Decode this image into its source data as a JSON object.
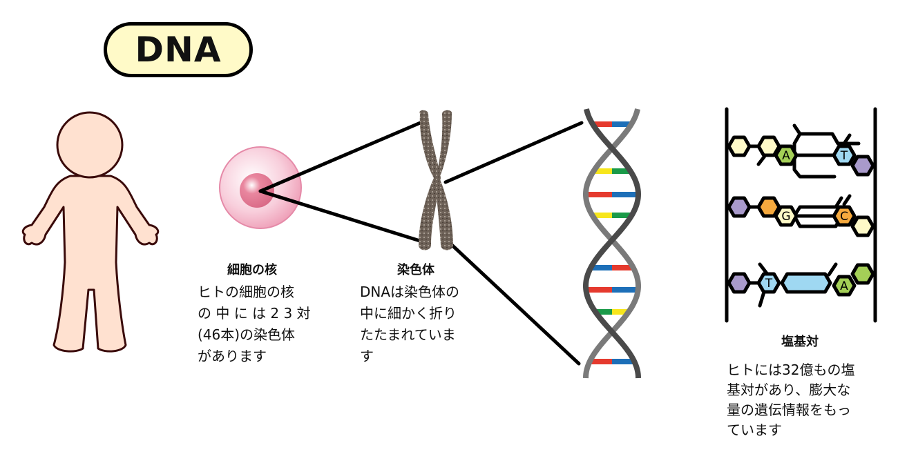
{
  "title": "DNA",
  "nucleus": {
    "label": "細胞の核",
    "lines": [
      "ヒトの細胞の核",
      "の 中 に は 2 3 対",
      "(46本)の染色体",
      "があります"
    ]
  },
  "chromosome": {
    "label": "染色体",
    "lines": [
      "DNAは染色体の",
      "中に細かく折り",
      "たたまれていま",
      "す"
    ]
  },
  "base_pairs": {
    "label": "塩基対",
    "lines": [
      "ヒトには32億もの塩",
      "基対があり、膨大な",
      "量の遺伝情報をもっ",
      "ています"
    ],
    "rows": [
      [
        "A",
        "T"
      ],
      [
        "G",
        "C"
      ],
      [
        "T",
        "A"
      ]
    ]
  },
  "colors": {
    "red": "#e53a2e",
    "blue": "#1d6fb8",
    "yellow": "#f7e61c",
    "green": "#1a9a48",
    "A": "#a4cf57",
    "T": "#9fd8f2",
    "G": "#fffac8",
    "C": "#f5a93e",
    "purple": "#a99acb"
  }
}
